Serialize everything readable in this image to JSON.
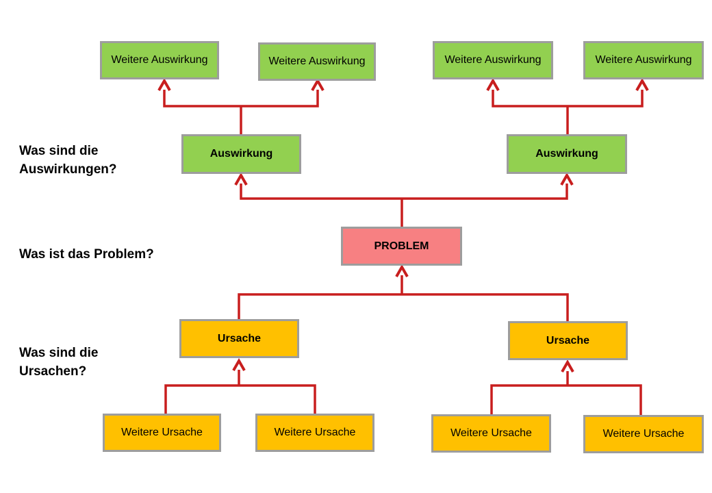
{
  "diagram": {
    "questions": {
      "effects": "Was sind die\nAuswirkungen?",
      "problem": "Was ist das Problem?",
      "causes": "Was sind die\nUrsachen?"
    },
    "nodes": {
      "problem": "PROBLEM",
      "effects": [
        "Auswirkung",
        "Auswirkung"
      ],
      "further_effects": [
        "Weitere Auswirkung",
        "Weitere Auswirkung",
        "Weitere Auswirkung",
        "Weitere Auswirkung"
      ],
      "causes": [
        "Ursache",
        "Ursache"
      ],
      "further_causes": [
        "Weitere Ursache",
        "Weitere Ursache",
        "Weitere Ursache",
        "Weitere Ursache"
      ]
    },
    "colors": {
      "effect_fill": "#92D050",
      "cause_fill": "#FFC000",
      "problem_fill": "#F78082",
      "box_border": "#9D9D9D",
      "connector": "#C81E1E",
      "background": "#FFFFFF",
      "text": "#000000"
    }
  }
}
